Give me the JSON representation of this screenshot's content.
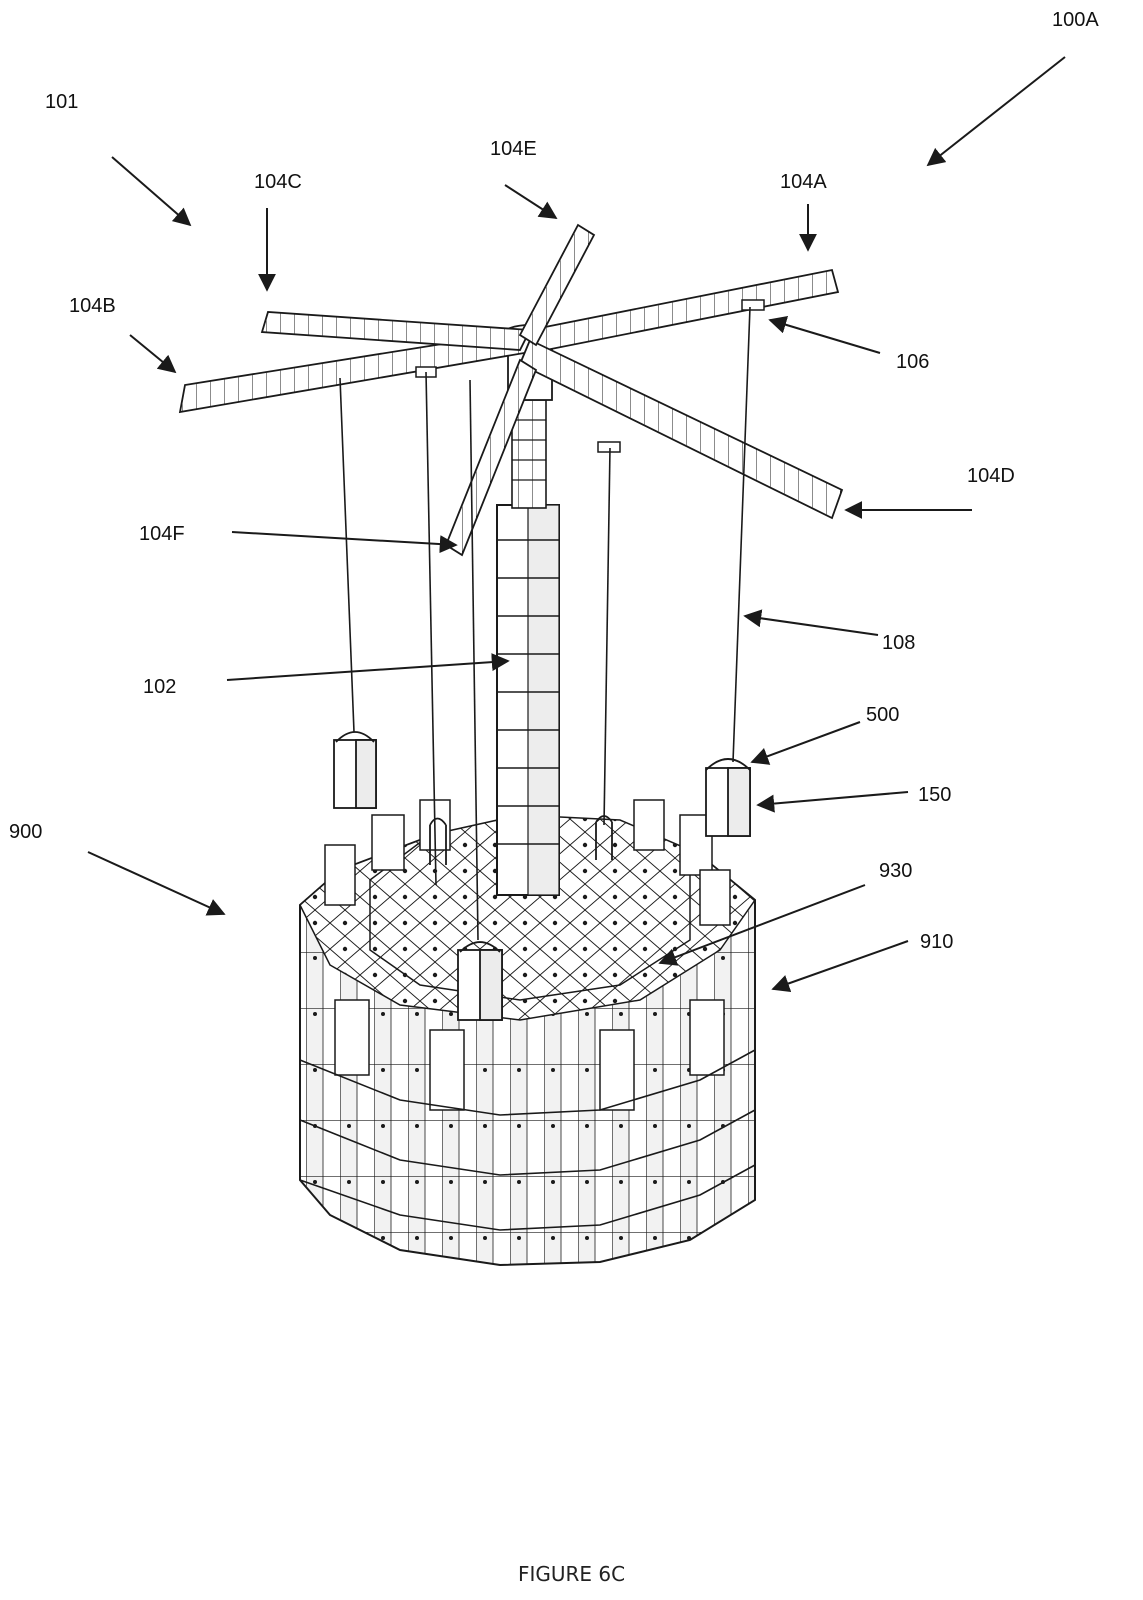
{
  "figure": {
    "caption": "FIGURE 6C",
    "labels": {
      "l100A": "100A",
      "l101": "101",
      "l104E": "104E",
      "l104C": "104C",
      "l104A": "104A",
      "l104B": "104B",
      "l106": "106",
      "l104D": "104D",
      "l104F": "104F",
      "l108": "108",
      "l102": "102",
      "l500": "500",
      "l150": "150",
      "l900": "900",
      "l930": "930",
      "l910": "910"
    }
  },
  "colors": {
    "line": "#1a1a1a",
    "fill": "#ffffff",
    "shade": "#e6e6e6"
  }
}
